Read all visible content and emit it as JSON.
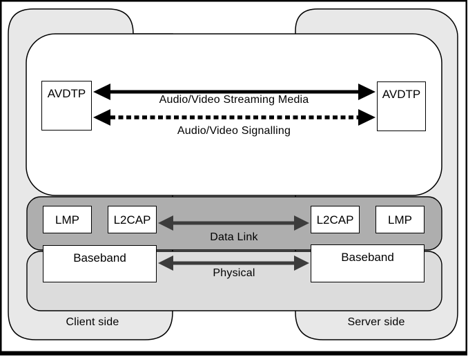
{
  "figure": {
    "protocols": {
      "avdtp_client": "AVDTP",
      "avdtp_server": "AVDTP",
      "lmp_client": "LMP",
      "l2cap_client": "L2CAP",
      "l2cap_server": "L2CAP",
      "lmp_server": "LMP",
      "baseband_client": "Baseband",
      "baseband_server": "Baseband"
    },
    "links": {
      "streaming": "Audio/Video Streaming Media",
      "signalling": "Audio/Video Signalling",
      "data_link": "Data Link",
      "physical": "Physical"
    },
    "sides": {
      "client": "Client side",
      "server": "Server side"
    },
    "colors": {
      "side_tab": "#e8e8e8",
      "panel": "#ffffff",
      "data_link_band": "#aeaeae",
      "physical_band": "#dcdcdc",
      "arrow_black": "#000000",
      "arrow_gray": "#3c3c3c",
      "outline": "#000000"
    }
  }
}
